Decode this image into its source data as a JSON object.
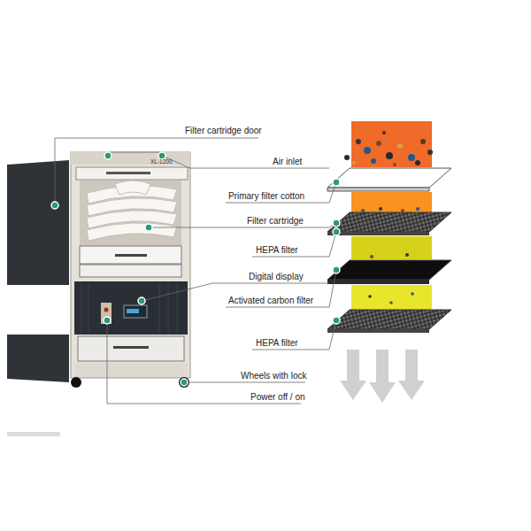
{
  "diagram": {
    "labels": [
      "Filter cartridge door",
      "XL-1200",
      "Air inlet",
      "Primary filter cotton",
      "Filter cartridge",
      "HEPA filter",
      "Digital display",
      "Activated carbon filter",
      "HEPA filter",
      "Wheels with lock",
      "Power off / on"
    ]
  }
}
